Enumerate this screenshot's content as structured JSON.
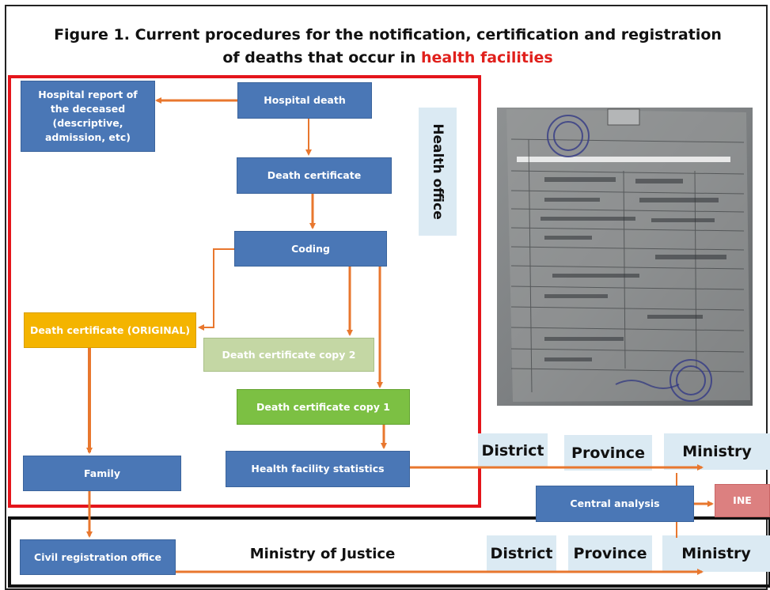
{
  "title": {
    "line1": "Figure 1. Current procedures for the notification, certification and registration",
    "line2_prefix": "of deaths that occur in ",
    "line2_highlight": "health facilities"
  },
  "boxes": {
    "hospital_report": "Hospital report of the deceased (descriptive, admission, etc)",
    "hospital_death": "Hospital death",
    "death_certificate": "Death certificate",
    "coding": "Coding",
    "death_cert_original": "Death certificate (ORIGINAL)",
    "death_cert_copy2": "Death certificate copy 2",
    "death_cert_copy1": "Death certificate copy 1",
    "family": "Family",
    "health_facility_statistics": "Health facility statistics",
    "central_analysis": "Central analysis",
    "ine": "INE",
    "civil_registration_office": "Civil registration office"
  },
  "labels": {
    "health_office": "Health office",
    "district_top": "District",
    "province_top": "Province",
    "ministry_top": "Ministry",
    "ministry_of_justice": "Ministry of Justice",
    "district_bottom": "District",
    "province_bottom": "Province",
    "ministry_bottom": "Ministry"
  },
  "colors": {
    "box_blue": "#4a77b6",
    "original_yellow": "#f4b400",
    "copy2_lightgreen": "#c4d7a4",
    "copy1_green": "#7cc043",
    "ine_pink": "#dc8080",
    "arrow_orange": "#e8772e",
    "health_frame_red": "#e4151b",
    "title_highlight_red": "#e0201c"
  }
}
